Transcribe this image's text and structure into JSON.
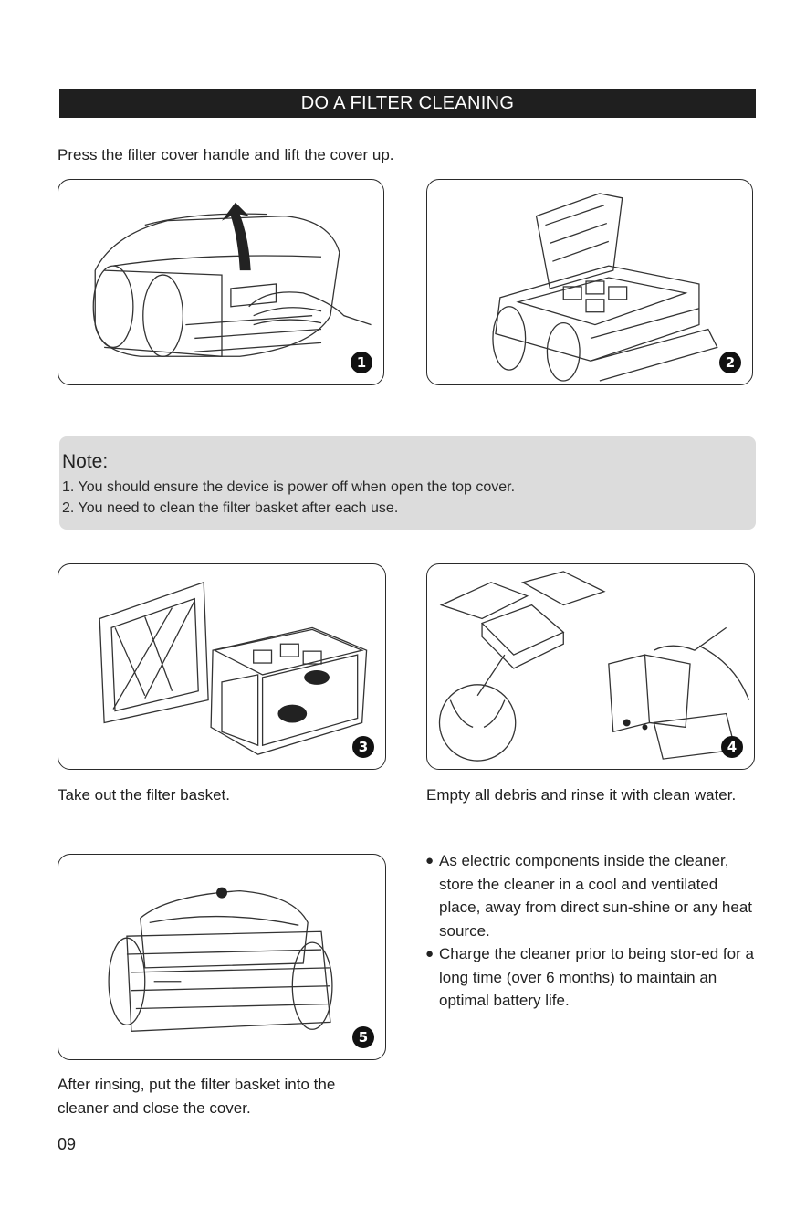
{
  "section_title": "DO A FILTER CLEANING",
  "intro_text": "Press the filter cover handle and lift the cover up.",
  "steps": [
    {
      "number": "1",
      "caption": ""
    },
    {
      "number": "2",
      "caption": ""
    },
    {
      "number": "3",
      "caption": "Take out the filter basket."
    },
    {
      "number": "4",
      "caption": "Empty all debris and rinse it with clean water."
    },
    {
      "number": "5",
      "caption": "After rinsing, put the filter basket into the cleaner and close the cover."
    }
  ],
  "note": {
    "title": "Note:",
    "lines": [
      "1. You should ensure the device is power off when open the top cover.",
      "2. You need to clean the filter basket after each use."
    ]
  },
  "bullets": [
    "As electric components inside the cleaner, store the cleaner in a cool and ventilated place, away from direct sun-shine or any heat source.",
    "Charge the cleaner prior to being stor-ed for a long time (over 6 months) to maintain an optimal battery life."
  ],
  "page_number": "09"
}
